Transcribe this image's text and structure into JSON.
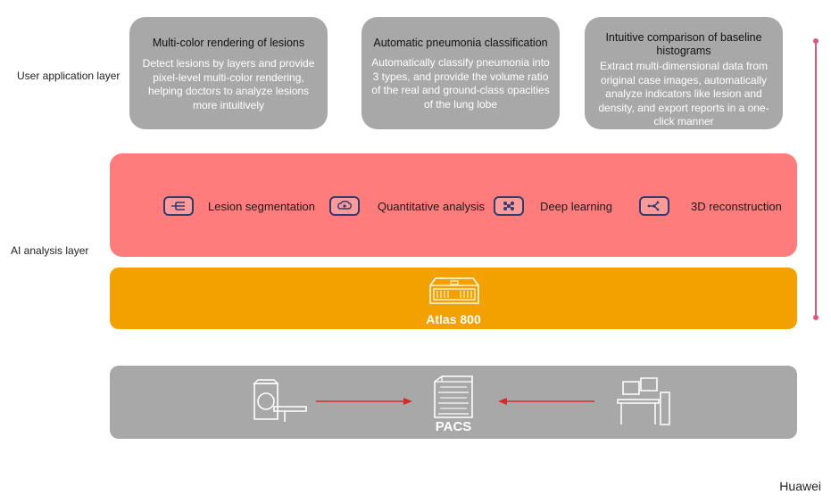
{
  "layers": {
    "user_application": "User application layer",
    "ai_analysis": "AI analysis layer"
  },
  "cards": [
    {
      "title": "Multi-color rendering of lesions",
      "body": "Detect lesions by layers and provide pixel-level multi-color rendering, helping doctors to analyze lesions more intuitively"
    },
    {
      "title": "Automatic pneumonia classification",
      "body": "Automatically classify pneumonia into 3 types, and provide the volume ratio of the real and ground-class opacities of the lung lobe"
    },
    {
      "title": "Intuitive comparison of baseline histograms",
      "body": "Extract multi-dimensional data from original case images, automatically analyze indicators like lesion and density, and export reports in a one-click manner"
    }
  ],
  "ai_functions": [
    {
      "label": "Lesion segmentation",
      "icon": "segmentation-icon"
    },
    {
      "label": "Quantitative analysis",
      "icon": "brain-analysis-icon"
    },
    {
      "label": "Deep learning",
      "icon": "neural-network-icon"
    },
    {
      "label": "3D reconstruction",
      "icon": "3d-nodes-icon"
    }
  ],
  "hardware": {
    "label": "Atlas 800",
    "icon": "server-icon"
  },
  "pacs": {
    "label": "PACS",
    "icons": [
      "ct-scanner-icon",
      "storage-server-icon",
      "workstation-icon"
    ]
  },
  "credit": "Huawei",
  "colors": {
    "card": "#a8a8a8",
    "ai_band": "#ff7c7c",
    "atlas_band": "#f2a100",
    "pacs_band": "#a8a8a8",
    "arrow": "#d22b2b",
    "timeline": "#e0557a",
    "icon_stroke": "#2d3e6e"
  }
}
